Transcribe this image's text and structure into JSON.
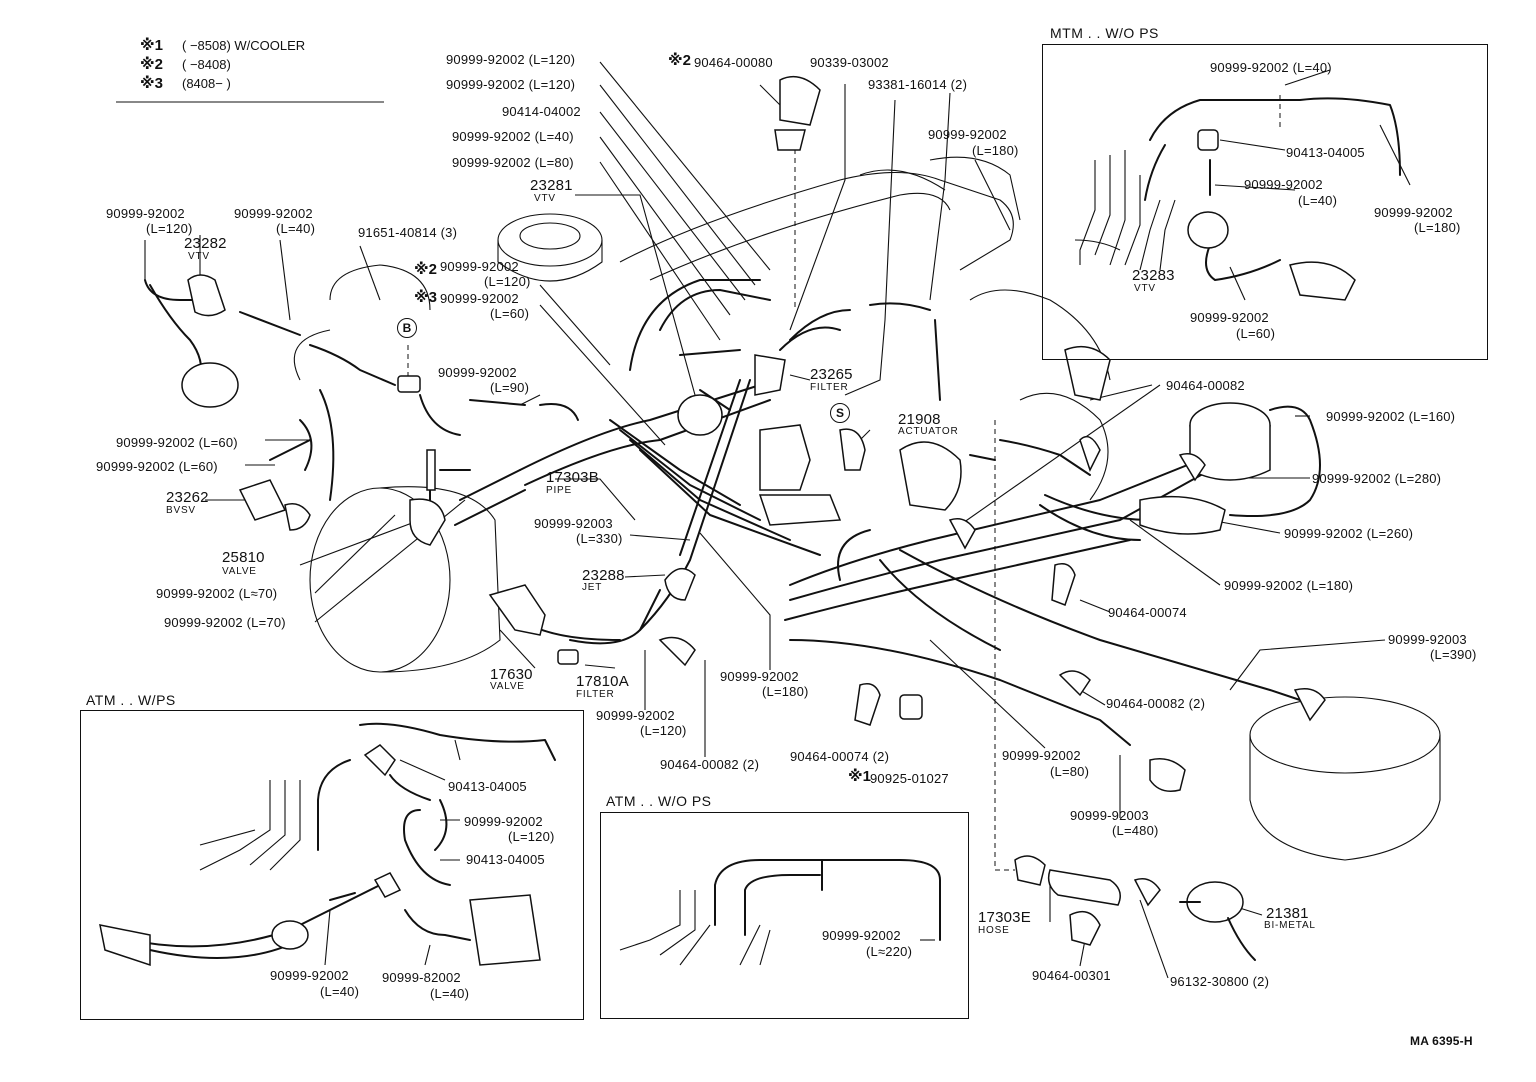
{
  "legend": [
    {
      "mark": "※1",
      "text": "(       −8508) W/COOLER"
    },
    {
      "mark": "※2",
      "text": "(       −8408)"
    },
    {
      "mark": "※3",
      "text": "(8408−        )"
    }
  ],
  "boxes": {
    "mtm": "MTM . . W/O PS",
    "atm_wps": "ATM . . W/PS",
    "atm_wops": "ATM . . W/O PS"
  },
  "labels": {
    "p_92002_120a": "90999-92002 (L=120)",
    "p_92002_120b": "90999-92002 (L=120)",
    "p_04002": "90414-04002",
    "p_92002_40top": "90999-92002 (L=40)",
    "p_92002_80top": "90999-92002 (L=80)",
    "p_23281": "23281",
    "p_23281_sub": "VTV",
    "p_00080_mark": "※2",
    "p_00080": "90464-00080",
    "p_03002": "90339-03002",
    "p_16014": "93381-16014 (2)",
    "p_92002_180r": "90999-92002",
    "p_92002_180r_l": "(L=180)",
    "p_left120": "90999-92002",
    "p_left120_l": "(L=120)",
    "p_left40": "90999-92002",
    "p_left40_l": "(L=40)",
    "p_23282": "23282",
    "p_23282_sub": "VTV",
    "p_40814": "91651-40814 (3)",
    "p_mk2": "※2",
    "p_mk3": "※3",
    "p_circB": "B",
    "p_c120": "90999-92002",
    "p_c120_l": "(L=120)",
    "p_c60": "90999-92002",
    "p_c60_l": "(L=60)",
    "p_c90": "90999-92002",
    "p_c90_l": "(L=90)",
    "p_23265": "23265",
    "p_23265_sub": "FILTER",
    "p_circS": "S",
    "p_21908": "21908",
    "p_21908_sub": "ACTUATOR",
    "p_l60a": "90999-92002 (L=60)",
    "p_l60b": "90999-92002 (L=60)",
    "p_23262": "23262",
    "p_23262_sub": "BVSV",
    "p_17303b": "17303B",
    "p_17303b_sub": "PIPE",
    "p_92003_330": "90999-92003",
    "p_92003_330_l": "(L=330)",
    "p_25810": "25810",
    "p_25810_sub": "VALVE",
    "p_23288": "23288",
    "p_23288_sub": "JET",
    "p_l70a": "90999-92002 (L≈70)",
    "p_l70b": "90999-92002 (L=70)",
    "p_17630": "17630",
    "p_17630_sub": "VALVE",
    "p_17810a": "17810A",
    "p_17810a_sub": "FILTER",
    "p_m180": "90999-92002",
    "p_m180_l": "(L=180)",
    "p_m120": "90999-92002",
    "p_m120_l": "(L=120)",
    "p_00082_2a": "90464-00082 (2)",
    "p_00074_2": "90464-00074 (2)",
    "p_01027_mark": "※1",
    "p_01027": "90925-01027",
    "p_00082": "90464-00082",
    "p_r160": "90999-92002 (L=160)",
    "p_r280": "90999-92002 (L=280)",
    "p_r260": "90999-92002 (L=260)",
    "p_r180": "90999-92002 (L=180)",
    "p_00074": "90464-00074",
    "p_r390": "90999-92003",
    "p_r390_l": "(L=390)",
    "p_00082_2b": "90464-00082 (2)",
    "p_r80": "90999-92002",
    "p_r80_l": "(L=80)",
    "p_r480": "90999-92003",
    "p_r480_l": "(L=480)",
    "p_17303e": "17303E",
    "p_17303e_sub": "HOSE",
    "p_00301": "90464-00301",
    "p_30800": "96132-30800 (2)",
    "p_21381": "21381",
    "p_21381_sub": "BI-METAL",
    "m_40a": "90999-92002 (L=40)",
    "m_04005": "90413-04005",
    "m_40b": "90999-92002",
    "m_40b_l": "(L=40)",
    "m_180": "90999-92002",
    "m_180_l": "(L=180)",
    "m_23283": "23283",
    "m_23283_sub": "VTV",
    "m_60": "90999-92002",
    "m_60_l": "(L=60)",
    "a_04005a": "90413-04005",
    "a_120": "90999-92002",
    "a_120_l": "(L=120)",
    "a_04005b": "90413-04005",
    "a_40a": "90999-92002",
    "a_40a_l": "(L=40)",
    "a_40b": "90999-82002",
    "a_40b_l": "(L=40)",
    "w_220": "90999-92002",
    "w_220_l": "(L≈220)",
    "code": "MA 6395-H"
  }
}
